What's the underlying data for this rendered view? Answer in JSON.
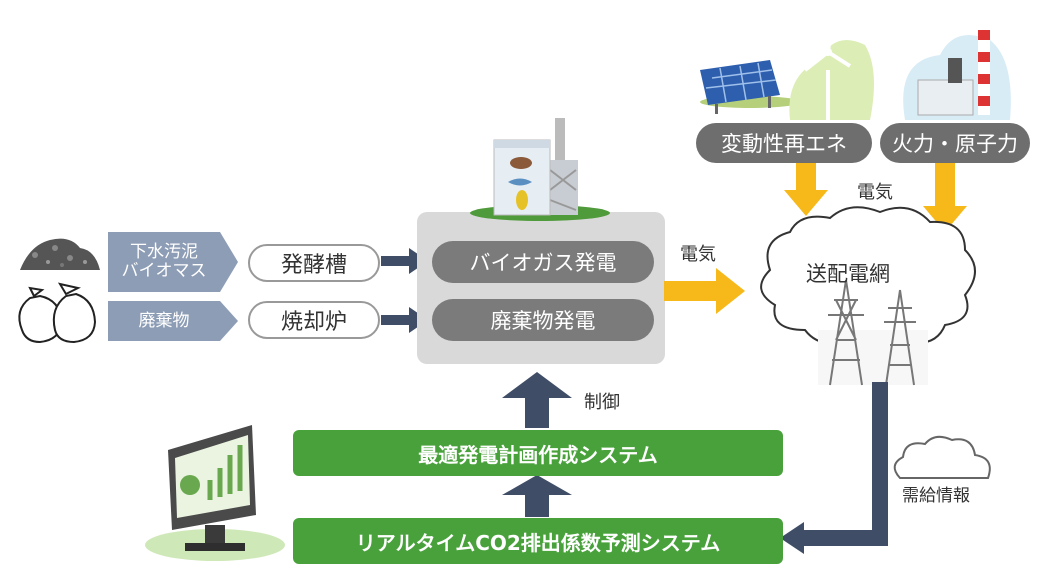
{
  "inputs": [
    {
      "label": "下水汚泥\nバイオマス",
      "process": "発酵槽",
      "generation": "バイオガス発電"
    },
    {
      "label": "廃棄物",
      "process": "焼却炉",
      "generation": "廃棄物発電"
    }
  ],
  "sources": [
    "変動性再エネ",
    "火力・原子力"
  ],
  "grid_label": "送配電網",
  "electricity_label_1": "電気",
  "electricity_label_2": "電気",
  "control_label": "制御",
  "info_label": "需給情報",
  "systems": {
    "planning": "最適発電計画作成システム",
    "forecast": "リアルタイムCO2排出係数予測システム"
  },
  "colors": {
    "input_label_bg": "#8d9db5",
    "arrow_dark": "#3f4d66",
    "arrow_yellow": "#f7b81a",
    "green": "#48a13b",
    "gen_pill": "#7b7b7b",
    "source_pill": "#6e6e6e",
    "plant_box": "#d9d9d9"
  },
  "icons": [
    "sludge-pile-icon",
    "garbage-bags-icon",
    "biogas-plant-icon",
    "solar-panel-icon",
    "wind-turbine-icon",
    "thermal-plant-icon",
    "transmission-tower-icon",
    "monitor-icon",
    "cloud-icon"
  ]
}
